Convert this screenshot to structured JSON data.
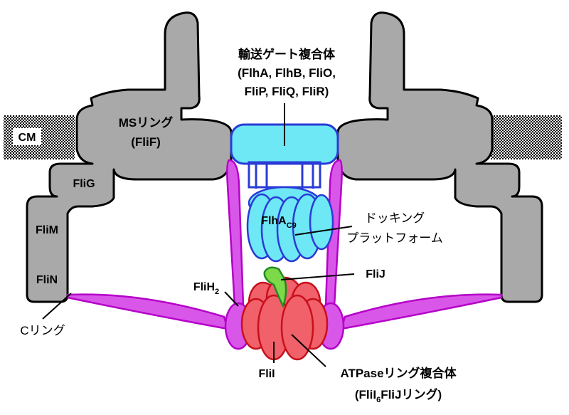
{
  "labels": {
    "export_gate_title": "輸送ゲート複合体",
    "export_gate_line1": "(FlhA, FlhB, FliO,",
    "export_gate_line2": "FliP, FliQ, FliR)",
    "ms_ring": "MSリング",
    "ms_ring_sub": "(FliF)",
    "cm": "CM",
    "flig": "FliG",
    "flim": "FliM",
    "flin": "FliN",
    "c_ring": "Cリング",
    "flha_base": "FlhA",
    "flha_sub": "C9",
    "docking_line1": "ドッキング",
    "docking_line2": "プラットフォーム",
    "flij": "FliJ",
    "flih_base": "FliH",
    "flih_sub": "2",
    "flii": "FliI",
    "atpase_line1": "ATPaseリング複合体",
    "atpase_line2_a": "(FliI",
    "atpase_line2_sub": "6",
    "atpase_line2_b": "FliJリング)"
  },
  "colors": {
    "gray": "#a9a9a9",
    "cyan": "#6ee8f5",
    "cyan_stroke": "#2a3bd6",
    "magenta": "#d957e8",
    "magenta_stroke": "#b400c8",
    "red": "#f0616a",
    "red_stroke": "#c8101c",
    "green": "#7ed94a",
    "green_stroke": "#228b22"
  }
}
